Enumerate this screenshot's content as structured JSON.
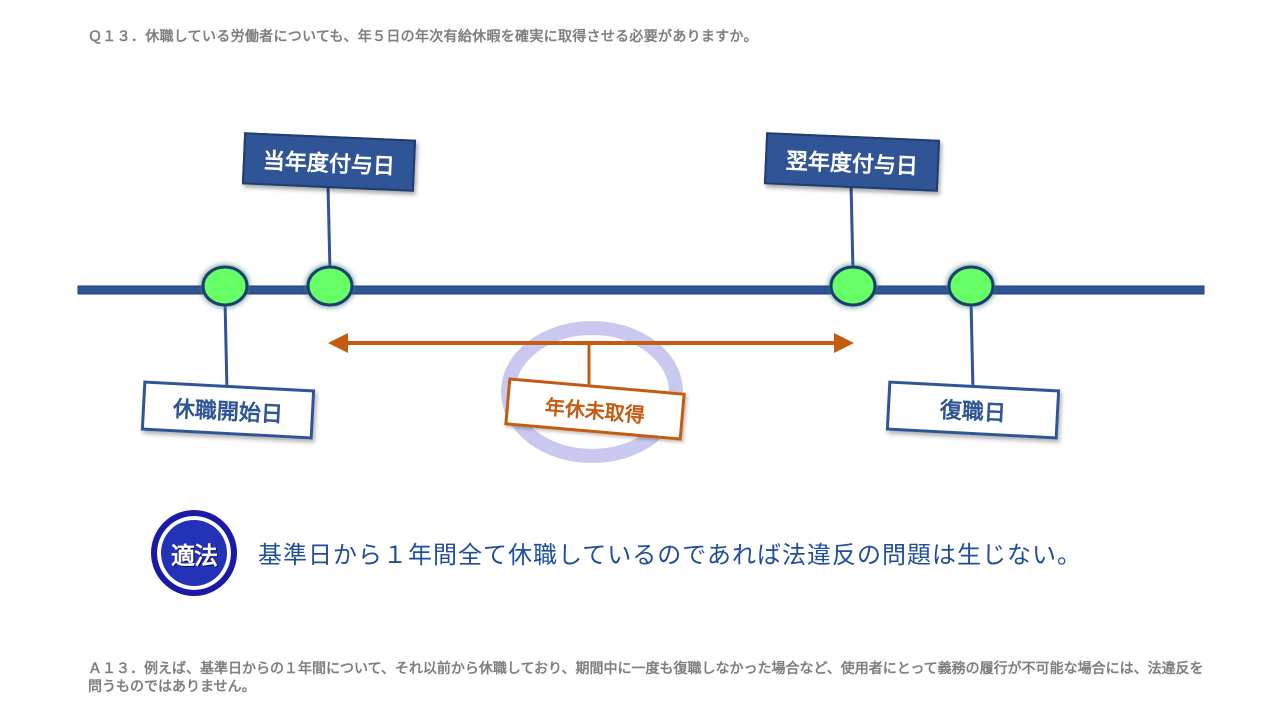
{
  "question": "Ｑ１３．休職している労働者についても、年５日の年次有給休暇を確実に取得させる必要がありますか。",
  "labels": {
    "current_grant": "当年度付与日",
    "next_grant": "翌年度付与日",
    "leave_start": "休職開始日",
    "return": "復職日",
    "untaken": "年休未取得"
  },
  "badge": "適法",
  "conclusion": "基準日から１年間全て休職しているのであれば法違反の問題は生じない。",
  "answer": "Ａ１３．例えば、基準日からの１年間について、それ以前から休職しており、期間中に一度も復職しなかった場合など、使用者にとって義務の履行が不可能な場合には、法違反を問うものではありません。",
  "colors": {
    "timeline": "#2f5597",
    "node_fill": "#66ff66",
    "node_glow": "#92d050",
    "arrow": "#c55a11",
    "highlight_ring": "#c9c9f0",
    "badge": "#2432b8",
    "conclusion_text": "#1f4e9a"
  }
}
